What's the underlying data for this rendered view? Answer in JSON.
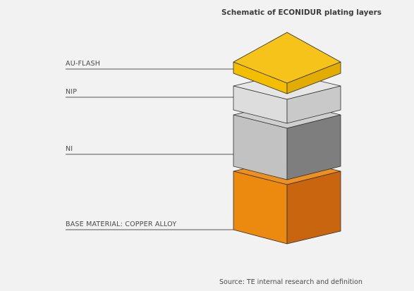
{
  "title": "Schematic of ECONIDUR plating layers",
  "layers": [
    {
      "label": "AU-FLASH",
      "colors": {
        "top": "#f6c31a",
        "front": "#f3bd00",
        "side": "#e3ac00"
      }
    },
    {
      "label": "NIP",
      "colors": {
        "top": "#e6e6e6",
        "front": "#dddddd",
        "side": "#c9c9c9"
      }
    },
    {
      "label": "NI",
      "colors": {
        "top": "#cfcfcf",
        "front": "#c2c2c2",
        "side": "#7e7e7e"
      }
    },
    {
      "label": "BASE MATERIAL: COPPER ALLOY",
      "colors": {
        "top": "#ee8f21",
        "front": "#ec8a10",
        "side": "#c9650f"
      }
    }
  ],
  "source": "Source: TE internal research and definition"
}
